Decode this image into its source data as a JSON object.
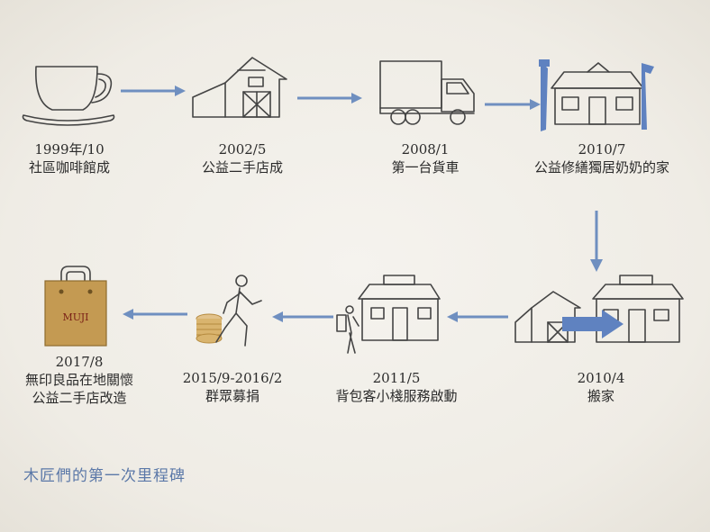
{
  "milestones": [
    {
      "date": "1999年/10",
      "desc": "社區咖啡館成",
      "icon": "coffee-cup"
    },
    {
      "date": "2002/5",
      "desc": "公益二手店成",
      "icon": "barn-store"
    },
    {
      "date": "2008/1",
      "desc": "第一台貨車",
      "icon": "truck"
    },
    {
      "date": "2010/7",
      "desc": "公益修繕獨居奶奶的家",
      "icon": "house-repair"
    },
    {
      "date": "2010/4",
      "desc": "搬家",
      "icon": "moving-house"
    },
    {
      "date": "2011/5",
      "desc": "背包客小棧服務啟動",
      "icon": "hostel-backpacker"
    },
    {
      "date": "2015/9-2016/2",
      "desc": "群眾募捐",
      "icon": "runner-coins"
    },
    {
      "date": "2017/8",
      "desc": "無印良品在地關懷\n公益二手店改造",
      "icon": "shopping-bag"
    }
  ],
  "bag_logo": "MUJI",
  "caption": "木匠們的第一次里程碑",
  "colors": {
    "arrow": "#6f8fc0",
    "ink": "#444444",
    "caption": "#5b78a8",
    "bag": "#c49a52"
  }
}
